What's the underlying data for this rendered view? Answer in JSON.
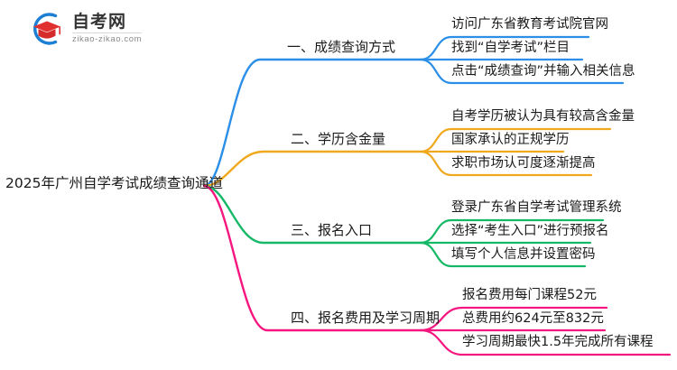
{
  "logo": {
    "name": "自考网",
    "domain": "zikao-zikao.com",
    "mark_icon": "graduation-cap-icon",
    "arc_color": "#1c7fd4",
    "cap_color": "#e03030"
  },
  "mindmap": {
    "root": {
      "label": "2025年广州自学考试成绩查询通道"
    },
    "branches": [
      {
        "id": "branch-1",
        "label": "一、成绩查询方式",
        "color": "#2b8fe8",
        "children": [
          "访问广东省教育考试院官网",
          "找到“自学考试”栏目",
          "点击“成绩查询”并输入相关信息"
        ]
      },
      {
        "id": "branch-2",
        "label": "二、学历含金量",
        "color": "#f0a81e",
        "children": [
          "自考学历被认为具有较高含金量",
          "国家承认的正规学历",
          "求职市场认可度逐渐提高"
        ]
      },
      {
        "id": "branch-3",
        "label": "三、报名入口",
        "color": "#14b866",
        "children": [
          "登录广东省自学考试管理系统",
          "选择“考生入口”进行预报名",
          "填写个人信息并设置密码"
        ]
      },
      {
        "id": "branch-4",
        "label": "四、报名费用及学习周期",
        "color": "#f5177f",
        "children": [
          "报名费用每门课程52元",
          "总费用约624元至832元",
          "学习周期最快1.5年完成所有课程"
        ]
      }
    ]
  }
}
